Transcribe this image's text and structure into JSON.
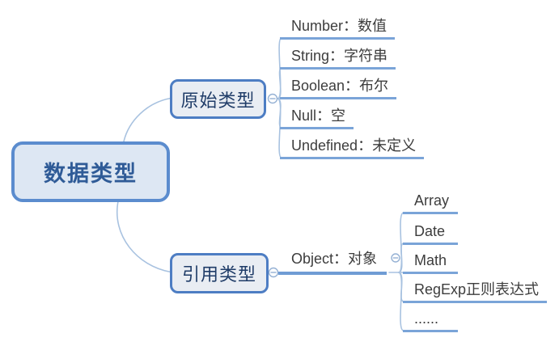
{
  "canvas": {
    "background": "#ffffff"
  },
  "colors": {
    "root_border": "#5b8cce",
    "root_fill": "#dde7f3",
    "root_text": "#2f5b97",
    "branch_border": "#4d7dc3",
    "branch_fill": "#e9edf3",
    "branch_text": "#1f3c68",
    "underline": "#7aa4d8",
    "connector": "#a8c2e0",
    "leaf_text": "#3d3d3d"
  },
  "icons": {
    "collapse_toggle": "minus-in-circle"
  },
  "mindmap": {
    "root": {
      "label": "数据类型"
    },
    "primitive_branch": {
      "label": "原始类型",
      "children": [
        {
          "label": "Number：数值"
        },
        {
          "label": "String：字符串"
        },
        {
          "label": "Boolean：布尔"
        },
        {
          "label": "Null：空"
        },
        {
          "label": "Undefined：未定义"
        }
      ]
    },
    "reference_branch": {
      "label": "引用类型",
      "object_topic": {
        "label": "Object：对象"
      },
      "object_children": [
        {
          "label": "Array"
        },
        {
          "label": "Date"
        },
        {
          "label": "Math"
        },
        {
          "label": "RegExp正则表达式"
        },
        {
          "label": "......"
        }
      ]
    }
  }
}
